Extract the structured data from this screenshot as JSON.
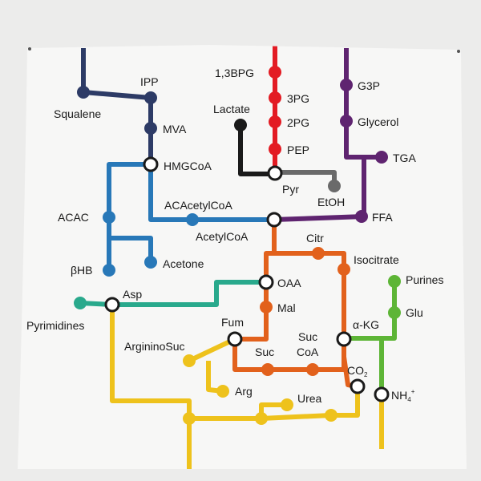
{
  "labels": {
    "ipp": "IPP",
    "squalene": "Squalene",
    "mva": "MVA",
    "hmgcoa": "HMGCoA",
    "bpg": "1,3BPG",
    "pg3": "3PG",
    "pg2": "2PG",
    "lactate": "Lactate",
    "pep": "PEP",
    "pyr": "Pyr",
    "etoh": "EtOH",
    "g3p": "G3P",
    "glycerol": "Glycerol",
    "tga": "TGA",
    "ffa": "FFA",
    "acac": "ACAC",
    "acacetylcoa": "ACAcetylCoA",
    "acetylcoa": "AcetylCoA",
    "bhb": "βHB",
    "acetone": "Acetone",
    "citr": "Citr",
    "isocitrate": "Isocitrate",
    "oaa": "OAA",
    "asp": "Asp",
    "pyrimidines": "Pyrimidines",
    "mal": "Mal",
    "purines": "Purines",
    "glu": "Glu",
    "fum": "Fum",
    "argininosuc": "ArgininoSuc",
    "suc_coa_1": "Suc",
    "suc_coa_2": "CoA",
    "akg": "α-KG",
    "suc": "Suc",
    "co2_main": "CO",
    "co2_sub": "2",
    "arg": "Arg",
    "urea": "Urea",
    "nh4_main": "NH",
    "nh4_sub": "4",
    "nh4_sup": "+"
  },
  "colors": {
    "background": "#ececeb",
    "tapestry": "#f7f7f6",
    "navy": "#2d3b66",
    "red": "#e31b23",
    "purple": "#5f2470",
    "blue": "#2878b8",
    "black": "#1a1a1a",
    "gray": "#6a6a6a",
    "orange": "#e2611c",
    "teal": "#29a98c",
    "green": "#5db536",
    "yellow": "#eec21c"
  }
}
